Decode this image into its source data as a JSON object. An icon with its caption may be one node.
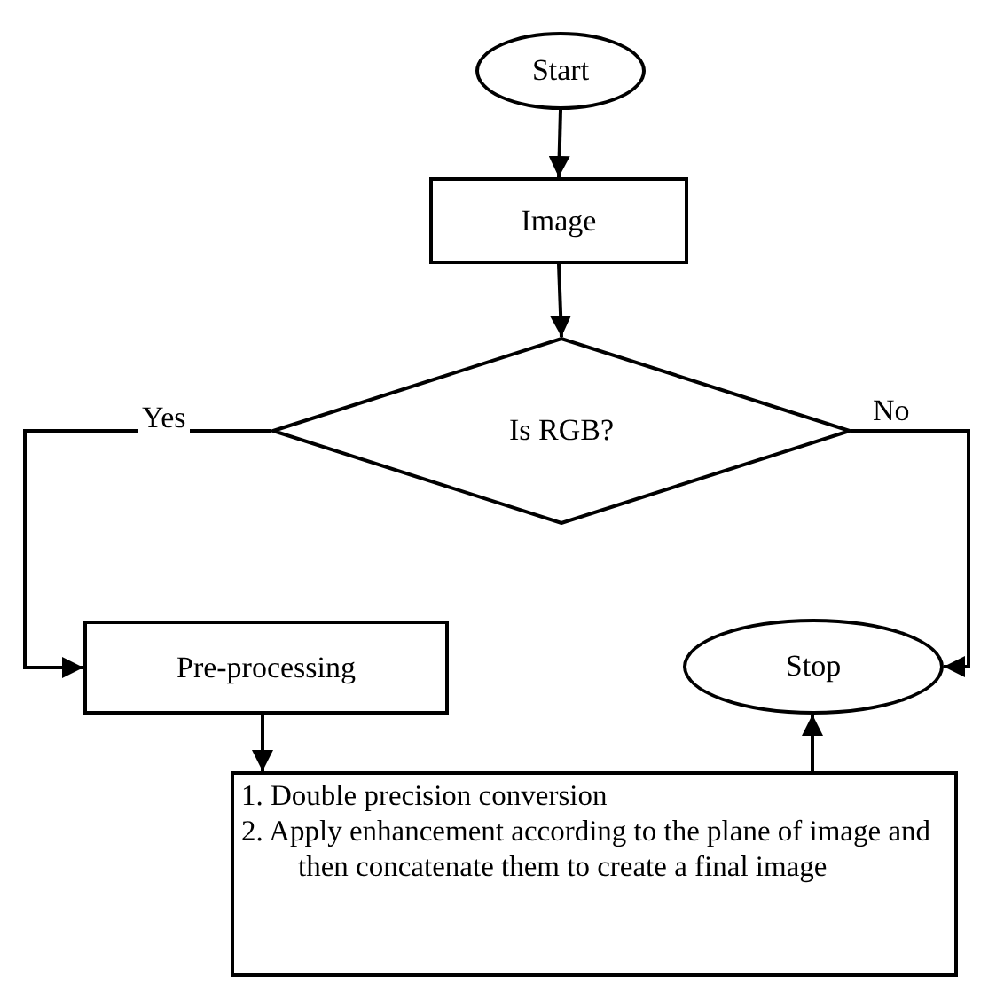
{
  "diagram": {
    "nodes": [
      {
        "text": [
          "Start"
        ]
      },
      {
        "text": [
          "Image"
        ]
      },
      {
        "text": [
          "Is RGB?"
        ]
      },
      {
        "text": [
          "Pre-processing"
        ]
      },
      {
        "text": [
          "Stop"
        ]
      },
      {
        "text": [
          "1. Double precision conversion",
          "2. Apply enhancement according to the plane of image and then concatenate them to create a final image"
        ]
      }
    ],
    "edges": [
      {
        "from": 0,
        "to": 1,
        "arrow": "to"
      },
      {
        "from": 1,
        "to": 2,
        "arrow": "to"
      },
      {
        "from": 2,
        "to": 3,
        "arrow": "to",
        "label": "Yes"
      },
      {
        "from": 2,
        "to": 4,
        "arrow": "to",
        "label": "No"
      },
      {
        "from": 3,
        "to": 5,
        "arrow": "to"
      },
      {
        "from": 5,
        "to": 4,
        "arrow": "to"
      }
    ]
  }
}
